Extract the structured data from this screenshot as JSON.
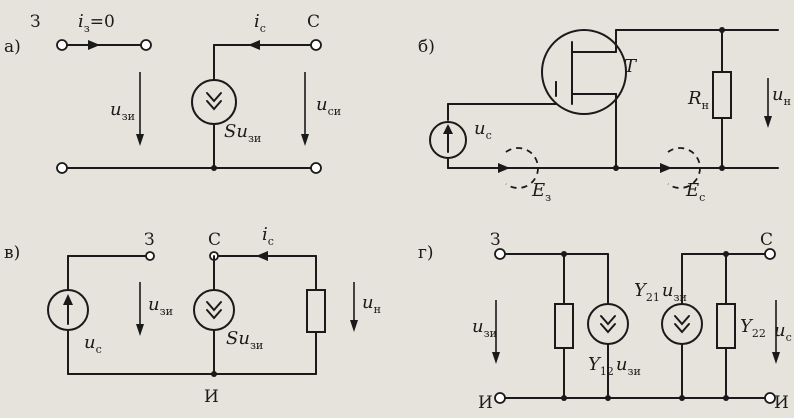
{
  "panel_a": {
    "label": "а)",
    "gate_terminal": "З",
    "drain_terminal": "С",
    "gate_current_sym": "i",
    "gate_current_sub": "з",
    "gate_current_eq": "=0",
    "drain_current_sym": "i",
    "drain_current_sub": "с",
    "ugs_sym": "u",
    "ugs_sub": "зи",
    "uds_sym": "u",
    "uds_sub": "си",
    "source_pre": "S",
    "source_sym": "u",
    "source_sub": "зи"
  },
  "panel_b": {
    "label": "б)",
    "transistor": "T",
    "uc_sym": "u",
    "uc_sub": "с",
    "rn_sym": "R",
    "rn_sub": "н",
    "un_sym": "u",
    "un_sub": "н",
    "ez_sym": "E",
    "ez_sub": "з",
    "ec_sym": "E",
    "ec_sub": "с"
  },
  "panel_v": {
    "label": "в)",
    "gate_terminal": "З",
    "drain_terminal": "С",
    "source_terminal": "И",
    "ic_sym": "i",
    "ic_sub": "с",
    "uzi_sym": "u",
    "uzi_sub": "зи",
    "uc_sym": "u",
    "uc_sub": "с",
    "un_sym": "u",
    "un_sub": "н",
    "source_pre": "S",
    "source_sym": "u",
    "source_sub": "зи"
  },
  "panel_g": {
    "label": "г)",
    "gate_terminal": "З",
    "drain_terminal": "С",
    "source_left": "И",
    "source_right": "И",
    "uzi_sym": "u",
    "uzi_sub": "зи",
    "uc_sym": "u",
    "uc_sub": "с",
    "y21_sym": "Y",
    "y21_sub": "21",
    "y21_u": "u",
    "y21_usub": "зи",
    "y12_sym": "Y",
    "y12_sub": "12",
    "y12_u": "u",
    "y12_usub": "зи",
    "y22_sym": "Y",
    "y22_sub": "22"
  }
}
